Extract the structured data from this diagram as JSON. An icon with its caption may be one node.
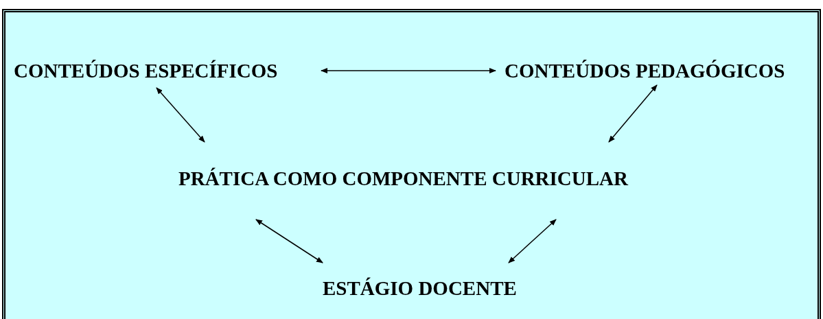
{
  "diagram": {
    "nodes": [
      {
        "text": [
          "CONTEÚDOS ESPECÍFICOS"
        ]
      },
      {
        "text": [
          "CONTEÚDOS PEDAGÓGICOS"
        ]
      },
      {
        "text": [
          "PRÁTICA COMO COMPONENTE CURRICULAR"
        ]
      },
      {
        "text": [
          "ESTÁGIO DOCENTE"
        ]
      }
    ],
    "edges": [
      {
        "from": 0,
        "to": 1,
        "arrow": "both"
      },
      {
        "from": 0,
        "to": 2,
        "arrow": "both"
      },
      {
        "from": 1,
        "to": 2,
        "arrow": "both"
      },
      {
        "from": 2,
        "to": 3,
        "arrow": "both"
      },
      {
        "from": 2,
        "to": 3,
        "arrow": "both"
      }
    ]
  }
}
